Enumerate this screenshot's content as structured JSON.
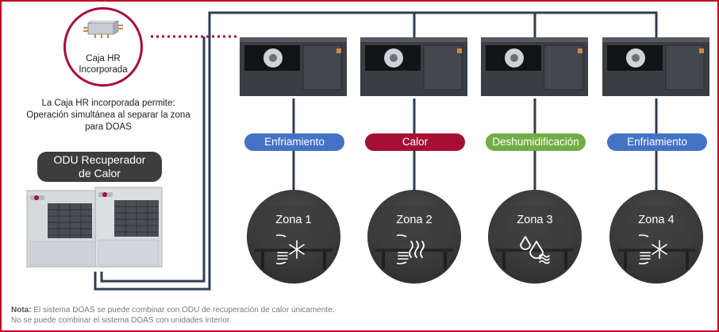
{
  "hr_box": {
    "label": "Caja HR\nIncorporada",
    "description": "La Caja HR incorporada permite:\nOperación simultánea al separar la zona\npara DOAS"
  },
  "odu": {
    "label": "ODU Recuperador\nde Calor"
  },
  "modes": [
    {
      "label": "Enfriamiento",
      "color": "#4472c4"
    },
    {
      "label": "Calor",
      "color": "#a50f34"
    },
    {
      "label": "Deshumidificación",
      "color": "#70ad47"
    },
    {
      "label": "Enfriamiento",
      "color": "#4472c4"
    }
  ],
  "zones": [
    {
      "label": "Zona 1",
      "icon": "snowflake-icon"
    },
    {
      "label": "Zona 2",
      "icon": "heat-waves-icon"
    },
    {
      "label": "Zona 3",
      "icon": "water-drops-icon"
    },
    {
      "label": "Zona 4",
      "icon": "snowflake-icon"
    }
  ],
  "note": {
    "prefix": "Nota:",
    "line1": " El sistema DOAS se puede combinar con ODU de recuperación de calor únicamente.",
    "line2": "No se puede combinar el sistema DOAS con unidades interior."
  },
  "colors": {
    "frame": "#c2001f",
    "pipe": "#2f3d52",
    "hr_ring": "#a50f34",
    "odu_label_bg": "#3d3d3d"
  }
}
